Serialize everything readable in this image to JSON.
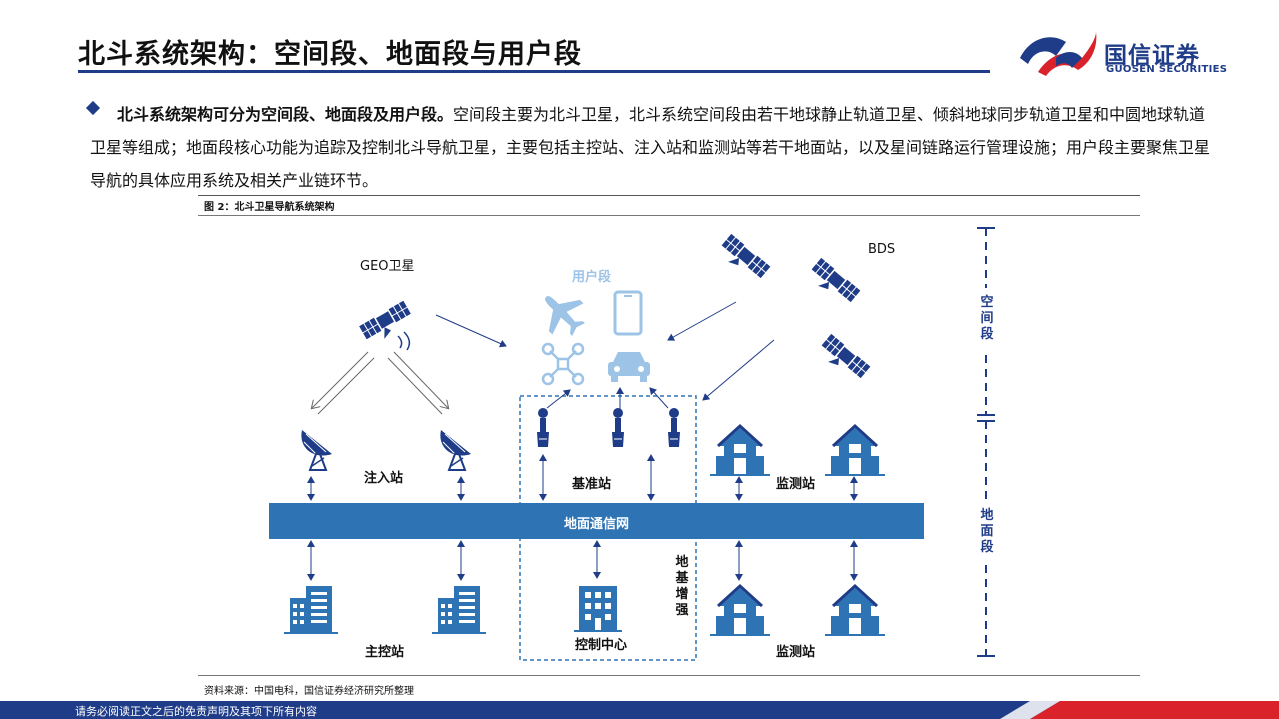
{
  "header": {
    "title": "北斗系统架构：空间段、地面段与用户段",
    "logo_text": "国信证券",
    "logo_sub": "GUOSEN SECURITIES"
  },
  "body": {
    "lead_bold": "北斗系统架构可分为空间段、地面段及用户段。",
    "text": "空间段主要为北斗卫星，北斗系统空间段由若干地球静止轨道卫星、倾斜地球同步轨道卫星和中圆地球轨道卫星等组成；地面段核心功能为追踪及控制北斗导航卫星，主要包括主控站、注入站和监测站等若干地面站，以及星间链路运行管理设施；用户段主要聚焦卫星导航的具体应用系统及相关产业链环节。"
  },
  "figure": {
    "caption": "图 2：北斗卫星导航系统架构",
    "source": "资料来源：中国电科，国信证券经济研究所整理",
    "labels": {
      "geo": "GEO卫星",
      "bds": "BDS",
      "user_segment": "用户段",
      "injection": "注入站",
      "reference": "基准站",
      "monitoring_top": "监测站",
      "network": "地面通信网",
      "master_control": "主控站",
      "control_center": "控制中心",
      "monitoring_bottom": "监测站",
      "ground_augmentation": "地基增强",
      "space_segment": "空间段",
      "ground_segment": "地面段"
    }
  },
  "footer": {
    "disclaimer": "请务必阅读正文之后的免责声明及其项下所有内容"
  },
  "colors": {
    "brand_blue": "#1f3c88",
    "accent_red": "#d9222a",
    "icon_blue": "#2e74b5",
    "light_blue": "#9dc3e6"
  }
}
